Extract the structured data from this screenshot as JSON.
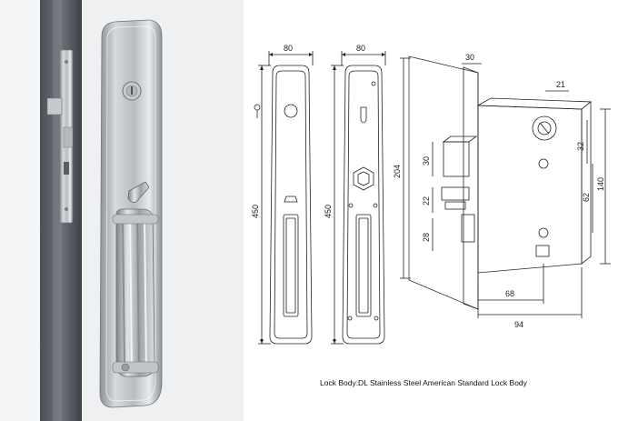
{
  "drawing": {
    "front_plate": {
      "width": "80",
      "height": "450"
    },
    "back_plate": {
      "width": "80",
      "height": "450"
    },
    "lock_body": {
      "top_width": "30",
      "right_top": "21",
      "body_height": "204",
      "total_height": "140",
      "dim_32": "32",
      "dim_62": "62",
      "dim_30": "30",
      "dim_22": "22",
      "dim_28": "28",
      "dim_68": "68",
      "dim_94": "94"
    }
  },
  "caption": "Lock Body:DL Stainless Steel American Standard Lock Body"
}
